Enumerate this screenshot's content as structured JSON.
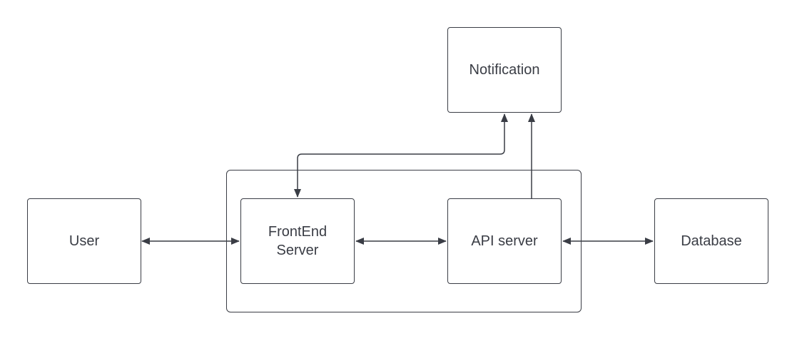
{
  "diagram": {
    "nodes": {
      "user": "User",
      "frontend": "FrontEnd\nServer",
      "api": "API server",
      "database": "Database",
      "notification": "Notification"
    },
    "edges": [
      {
        "from": "user",
        "to": "frontend",
        "direction": "both"
      },
      {
        "from": "frontend",
        "to": "api",
        "direction": "both"
      },
      {
        "from": "api",
        "to": "database",
        "direction": "both"
      },
      {
        "from": "frontend",
        "to": "notification",
        "direction": "both"
      },
      {
        "from": "api",
        "to": "notification",
        "direction": "forward"
      }
    ],
    "colors": {
      "stroke": "#3a3d45",
      "background": "#ffffff"
    }
  }
}
